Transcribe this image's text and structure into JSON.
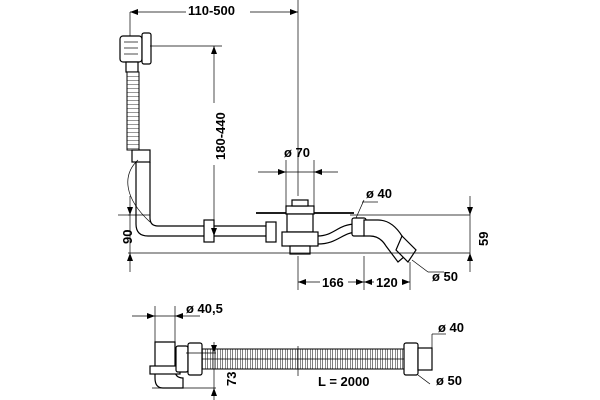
{
  "labels": {
    "width_range": "110-500",
    "height_range": "180-440",
    "diameter_70": "ø 70",
    "diameter_40_top": "ø 40",
    "height_90": "90",
    "height_59": "59",
    "dim_166": "166",
    "dim_120": "120",
    "diameter_50_top": "ø 50",
    "diameter_40_5": "ø 40,5",
    "diameter_40_bottom": "ø 40",
    "height_73": "73",
    "hose_length": "L = 2000",
    "diameter_50_bottom": "ø 50"
  }
}
